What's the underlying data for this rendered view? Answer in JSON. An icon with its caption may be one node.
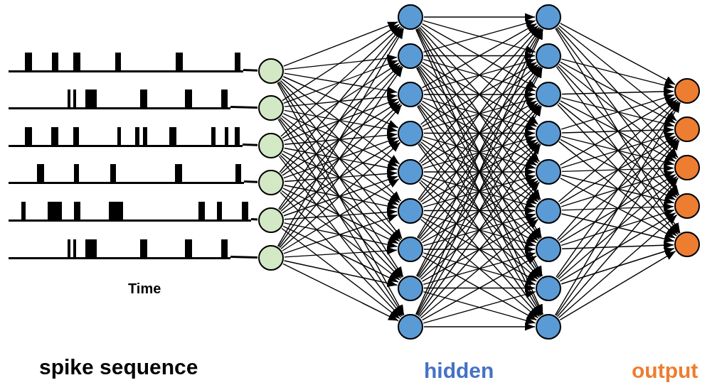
{
  "diagram": {
    "nodes": [
      {
        "text": [],
        "shape": "picture"
      },
      {
        "text": [],
        "shape": "picture"
      },
      {
        "text": [],
        "shape": "picture"
      },
      {
        "text": [],
        "shape": "picture"
      },
      {
        "text": [],
        "shape": "picture"
      },
      {
        "text": [],
        "shape": "picture"
      },
      {
        "text": [],
        "shape": "circle"
      },
      {
        "text": [],
        "shape": "circle"
      },
      {
        "text": [],
        "shape": "circle"
      },
      {
        "text": [],
        "shape": "circle"
      },
      {
        "text": [],
        "shape": "circle"
      },
      {
        "text": [],
        "shape": "circle"
      },
      {
        "text": [],
        "shape": "circle"
      },
      {
        "text": [],
        "shape": "circle"
      },
      {
        "text": [],
        "shape": "circle"
      },
      {
        "text": [],
        "shape": "circle"
      },
      {
        "text": [],
        "shape": "circle"
      },
      {
        "text": [],
        "shape": "circle"
      },
      {
        "text": [],
        "shape": "circle"
      },
      {
        "text": [],
        "shape": "circle"
      },
      {
        "text": [],
        "shape": "circle"
      },
      {
        "text": [],
        "shape": "circle"
      },
      {
        "text": [],
        "shape": "circle"
      },
      {
        "text": [],
        "shape": "circle"
      },
      {
        "text": [],
        "shape": "circle"
      },
      {
        "text": [],
        "shape": "circle"
      },
      {
        "text": [],
        "shape": "circle"
      },
      {
        "text": [],
        "shape": "circle"
      },
      {
        "text": [],
        "shape": "circle"
      },
      {
        "text": [],
        "shape": "circle"
      },
      {
        "text": [],
        "shape": "circle"
      },
      {
        "text": [],
        "shape": "circle"
      },
      {
        "text": [],
        "shape": "circle"
      },
      {
        "text": [],
        "shape": "circle"
      },
      {
        "text": [],
        "shape": "circle"
      }
    ],
    "edges": [
      {
        "from": 0,
        "to": 6,
        "arrow": "none",
        "style": "thick"
      },
      {
        "from": 1,
        "to": 7,
        "arrow": "none",
        "style": "thick"
      },
      {
        "from": 2,
        "to": 8,
        "arrow": "none",
        "style": "thick"
      },
      {
        "from": 3,
        "to": 9,
        "arrow": "none",
        "style": "thick"
      },
      {
        "from": 4,
        "to": 10,
        "arrow": "none",
        "style": "thick"
      },
      {
        "from": 5,
        "to": 11,
        "arrow": "none",
        "style": "thick"
      },
      {
        "from": 6,
        "to": 12,
        "arrow": "to"
      },
      {
        "from": 6,
        "to": 13,
        "arrow": "to"
      },
      {
        "from": 6,
        "to": 14,
        "arrow": "to"
      },
      {
        "from": 6,
        "to": 15,
        "arrow": "to"
      },
      {
        "from": 6,
        "to": 16,
        "arrow": "to"
      },
      {
        "from": 6,
        "to": 17,
        "arrow": "to"
      },
      {
        "from": 6,
        "to": 18,
        "arrow": "to"
      },
      {
        "from": 6,
        "to": 19,
        "arrow": "to"
      },
      {
        "from": 6,
        "to": 20,
        "arrow": "to"
      },
      {
        "from": 7,
        "to": 12,
        "arrow": "to"
      },
      {
        "from": 7,
        "to": 13,
        "arrow": "to"
      },
      {
        "from": 7,
        "to": 14,
        "arrow": "to"
      },
      {
        "from": 7,
        "to": 15,
        "arrow": "to"
      },
      {
        "from": 7,
        "to": 16,
        "arrow": "to"
      },
      {
        "from": 7,
        "to": 17,
        "arrow": "to"
      },
      {
        "from": 7,
        "to": 18,
        "arrow": "to"
      },
      {
        "from": 7,
        "to": 19,
        "arrow": "to"
      },
      {
        "from": 7,
        "to": 20,
        "arrow": "to"
      },
      {
        "from": 8,
        "to": 12,
        "arrow": "to"
      },
      {
        "from": 8,
        "to": 13,
        "arrow": "to"
      },
      {
        "from": 8,
        "to": 14,
        "arrow": "to"
      },
      {
        "from": 8,
        "to": 15,
        "arrow": "to"
      },
      {
        "from": 8,
        "to": 16,
        "arrow": "to"
      },
      {
        "from": 8,
        "to": 17,
        "arrow": "to"
      },
      {
        "from": 8,
        "to": 18,
        "arrow": "to"
      },
      {
        "from": 8,
        "to": 19,
        "arrow": "to"
      },
      {
        "from": 8,
        "to": 20,
        "arrow": "to"
      },
      {
        "from": 9,
        "to": 12,
        "arrow": "to"
      },
      {
        "from": 9,
        "to": 13,
        "arrow": "to"
      },
      {
        "from": 9,
        "to": 14,
        "arrow": "to"
      },
      {
        "from": 9,
        "to": 15,
        "arrow": "to"
      },
      {
        "from": 9,
        "to": 16,
        "arrow": "to"
      },
      {
        "from": 9,
        "to": 17,
        "arrow": "to"
      },
      {
        "from": 9,
        "to": 18,
        "arrow": "to"
      },
      {
        "from": 9,
        "to": 19,
        "arrow": "to"
      },
      {
        "from": 9,
        "to": 20,
        "arrow": "to"
      },
      {
        "from": 10,
        "to": 12,
        "arrow": "to"
      },
      {
        "from": 10,
        "to": 13,
        "arrow": "to"
      },
      {
        "from": 10,
        "to": 14,
        "arrow": "to"
      },
      {
        "from": 10,
        "to": 15,
        "arrow": "to"
      },
      {
        "from": 10,
        "to": 16,
        "arrow": "to"
      },
      {
        "from": 10,
        "to": 17,
        "arrow": "to"
      },
      {
        "from": 10,
        "to": 18,
        "arrow": "to"
      },
      {
        "from": 10,
        "to": 19,
        "arrow": "to"
      },
      {
        "from": 10,
        "to": 20,
        "arrow": "to"
      },
      {
        "from": 11,
        "to": 12,
        "arrow": "to"
      },
      {
        "from": 11,
        "to": 13,
        "arrow": "to"
      },
      {
        "from": 11,
        "to": 14,
        "arrow": "to"
      },
      {
        "from": 11,
        "to": 15,
        "arrow": "to"
      },
      {
        "from": 11,
        "to": 16,
        "arrow": "to"
      },
      {
        "from": 11,
        "to": 17,
        "arrow": "to"
      },
      {
        "from": 11,
        "to": 18,
        "arrow": "to"
      },
      {
        "from": 11,
        "to": 19,
        "arrow": "to"
      },
      {
        "from": 11,
        "to": 20,
        "arrow": "to"
      },
      {
        "from": 12,
        "to": 21,
        "arrow": "to"
      },
      {
        "from": 12,
        "to": 22,
        "arrow": "to"
      },
      {
        "from": 12,
        "to": 23,
        "arrow": "to"
      },
      {
        "from": 12,
        "to": 24,
        "arrow": "to"
      },
      {
        "from": 12,
        "to": 25,
        "arrow": "to"
      },
      {
        "from": 12,
        "to": 26,
        "arrow": "to"
      },
      {
        "from": 12,
        "to": 27,
        "arrow": "to"
      },
      {
        "from": 12,
        "to": 28,
        "arrow": "to"
      },
      {
        "from": 12,
        "to": 29,
        "arrow": "to"
      },
      {
        "from": 13,
        "to": 21,
        "arrow": "to"
      },
      {
        "from": 13,
        "to": 22,
        "arrow": "to"
      },
      {
        "from": 13,
        "to": 23,
        "arrow": "to"
      },
      {
        "from": 13,
        "to": 24,
        "arrow": "to"
      },
      {
        "from": 13,
        "to": 25,
        "arrow": "to"
      },
      {
        "from": 13,
        "to": 26,
        "arrow": "to"
      },
      {
        "from": 13,
        "to": 27,
        "arrow": "to"
      },
      {
        "from": 13,
        "to": 28,
        "arrow": "to"
      },
      {
        "from": 13,
        "to": 29,
        "arrow": "to"
      },
      {
        "from": 14,
        "to": 21,
        "arrow": "to"
      },
      {
        "from": 14,
        "to": 22,
        "arrow": "to"
      },
      {
        "from": 14,
        "to": 23,
        "arrow": "to"
      },
      {
        "from": 14,
        "to": 24,
        "arrow": "to"
      },
      {
        "from": 14,
        "to": 25,
        "arrow": "to"
      },
      {
        "from": 14,
        "to": 26,
        "arrow": "to"
      },
      {
        "from": 14,
        "to": 27,
        "arrow": "to"
      },
      {
        "from": 14,
        "to": 28,
        "arrow": "to"
      },
      {
        "from": 14,
        "to": 29,
        "arrow": "to"
      },
      {
        "from": 15,
        "to": 21,
        "arrow": "to"
      },
      {
        "from": 15,
        "to": 22,
        "arrow": "to"
      },
      {
        "from": 15,
        "to": 23,
        "arrow": "to"
      },
      {
        "from": 15,
        "to": 24,
        "arrow": "to"
      },
      {
        "from": 15,
        "to": 25,
        "arrow": "to"
      },
      {
        "from": 15,
        "to": 26,
        "arrow": "to"
      },
      {
        "from": 15,
        "to": 27,
        "arrow": "to"
      },
      {
        "from": 15,
        "to": 28,
        "arrow": "to"
      },
      {
        "from": 15,
        "to": 29,
        "arrow": "to"
      },
      {
        "from": 16,
        "to": 21,
        "arrow": "to"
      },
      {
        "from": 16,
        "to": 22,
        "arrow": "to"
      },
      {
        "from": 16,
        "to": 23,
        "arrow": "to"
      },
      {
        "from": 16,
        "to": 24,
        "arrow": "to"
      },
      {
        "from": 16,
        "to": 25,
        "arrow": "to"
      },
      {
        "from": 16,
        "to": 26,
        "arrow": "to"
      },
      {
        "from": 16,
        "to": 27,
        "arrow": "to"
      },
      {
        "from": 16,
        "to": 28,
        "arrow": "to"
      },
      {
        "from": 16,
        "to": 29,
        "arrow": "to"
      },
      {
        "from": 17,
        "to": 21,
        "arrow": "to"
      },
      {
        "from": 17,
        "to": 22,
        "arrow": "to"
      },
      {
        "from": 17,
        "to": 23,
        "arrow": "to"
      },
      {
        "from": 17,
        "to": 24,
        "arrow": "to"
      },
      {
        "from": 17,
        "to": 25,
        "arrow": "to"
      },
      {
        "from": 17,
        "to": 26,
        "arrow": "to"
      },
      {
        "from": 17,
        "to": 27,
        "arrow": "to"
      },
      {
        "from": 17,
        "to": 28,
        "arrow": "to"
      },
      {
        "from": 17,
        "to": 29,
        "arrow": "to"
      },
      {
        "from": 18,
        "to": 21,
        "arrow": "to"
      },
      {
        "from": 18,
        "to": 22,
        "arrow": "to"
      },
      {
        "from": 18,
        "to": 23,
        "arrow": "to"
      },
      {
        "from": 18,
        "to": 24,
        "arrow": "to"
      },
      {
        "from": 18,
        "to": 25,
        "arrow": "to"
      },
      {
        "from": 18,
        "to": 26,
        "arrow": "to"
      },
      {
        "from": 18,
        "to": 27,
        "arrow": "to"
      },
      {
        "from": 18,
        "to": 28,
        "arrow": "to"
      },
      {
        "from": 18,
        "to": 29,
        "arrow": "to"
      },
      {
        "from": 19,
        "to": 21,
        "arrow": "to"
      },
      {
        "from": 19,
        "to": 22,
        "arrow": "to"
      },
      {
        "from": 19,
        "to": 23,
        "arrow": "to"
      },
      {
        "from": 19,
        "to": 24,
        "arrow": "to"
      },
      {
        "from": 19,
        "to": 25,
        "arrow": "to"
      },
      {
        "from": 19,
        "to": 26,
        "arrow": "to"
      },
      {
        "from": 19,
        "to": 27,
        "arrow": "to"
      },
      {
        "from": 19,
        "to": 28,
        "arrow": "to"
      },
      {
        "from": 19,
        "to": 29,
        "arrow": "to"
      },
      {
        "from": 20,
        "to": 21,
        "arrow": "to"
      },
      {
        "from": 20,
        "to": 22,
        "arrow": "to"
      },
      {
        "from": 20,
        "to": 23,
        "arrow": "to"
      },
      {
        "from": 20,
        "to": 24,
        "arrow": "to"
      },
      {
        "from": 20,
        "to": 25,
        "arrow": "to"
      },
      {
        "from": 20,
        "to": 26,
        "arrow": "to"
      },
      {
        "from": 20,
        "to": 27,
        "arrow": "to"
      },
      {
        "from": 20,
        "to": 28,
        "arrow": "to"
      },
      {
        "from": 20,
        "to": 29,
        "arrow": "to"
      },
      {
        "from": 21,
        "to": 30,
        "arrow": "to"
      },
      {
        "from": 21,
        "to": 31,
        "arrow": "to"
      },
      {
        "from": 21,
        "to": 32,
        "arrow": "to"
      },
      {
        "from": 21,
        "to": 33,
        "arrow": "to"
      },
      {
        "from": 21,
        "to": 34,
        "arrow": "to"
      },
      {
        "from": 22,
        "to": 30,
        "arrow": "to"
      },
      {
        "from": 22,
        "to": 31,
        "arrow": "to"
      },
      {
        "from": 22,
        "to": 32,
        "arrow": "to"
      },
      {
        "from": 22,
        "to": 33,
        "arrow": "to"
      },
      {
        "from": 22,
        "to": 34,
        "arrow": "to"
      },
      {
        "from": 23,
        "to": 30,
        "arrow": "to"
      },
      {
        "from": 23,
        "to": 31,
        "arrow": "to"
      },
      {
        "from": 23,
        "to": 32,
        "arrow": "to"
      },
      {
        "from": 23,
        "to": 33,
        "arrow": "to"
      },
      {
        "from": 23,
        "to": 34,
        "arrow": "to"
      },
      {
        "from": 24,
        "to": 30,
        "arrow": "to"
      },
      {
        "from": 24,
        "to": 31,
        "arrow": "to"
      },
      {
        "from": 24,
        "to": 32,
        "arrow": "to"
      },
      {
        "from": 24,
        "to": 33,
        "arrow": "to"
      },
      {
        "from": 24,
        "to": 34,
        "arrow": "to"
      },
      {
        "from": 25,
        "to": 30,
        "arrow": "to"
      },
      {
        "from": 25,
        "to": 31,
        "arrow": "to"
      },
      {
        "from": 25,
        "to": 32,
        "arrow": "to"
      },
      {
        "from": 25,
        "to": 33,
        "arrow": "to"
      },
      {
        "from": 25,
        "to": 34,
        "arrow": "to"
      },
      {
        "from": 26,
        "to": 30,
        "arrow": "to"
      },
      {
        "from": 26,
        "to": 31,
        "arrow": "to"
      },
      {
        "from": 26,
        "to": 32,
        "arrow": "to"
      },
      {
        "from": 26,
        "to": 33,
        "arrow": "to"
      },
      {
        "from": 26,
        "to": 34,
        "arrow": "to"
      },
      {
        "from": 27,
        "to": 30,
        "arrow": "to"
      },
      {
        "from": 27,
        "to": 31,
        "arrow": "to"
      },
      {
        "from": 27,
        "to": 32,
        "arrow": "to"
      },
      {
        "from": 27,
        "to": 33,
        "arrow": "to"
      },
      {
        "from": 27,
        "to": 34,
        "arrow": "to"
      },
      {
        "from": 28,
        "to": 30,
        "arrow": "to"
      },
      {
        "from": 28,
        "to": 31,
        "arrow": "to"
      },
      {
        "from": 28,
        "to": 32,
        "arrow": "to"
      },
      {
        "from": 28,
        "to": 33,
        "arrow": "to"
      },
      {
        "from": 28,
        "to": 34,
        "arrow": "to"
      },
      {
        "from": 29,
        "to": 30,
        "arrow": "to"
      },
      {
        "from": 29,
        "to": 31,
        "arrow": "to"
      },
      {
        "from": 29,
        "to": 32,
        "arrow": "to"
      },
      {
        "from": 29,
        "to": 33,
        "arrow": "to"
      },
      {
        "from": 29,
        "to": 34,
        "arrow": "to"
      }
    ],
    "labels": [
      "Time",
      "spike sequence",
      "hidden",
      "output"
    ]
  }
}
